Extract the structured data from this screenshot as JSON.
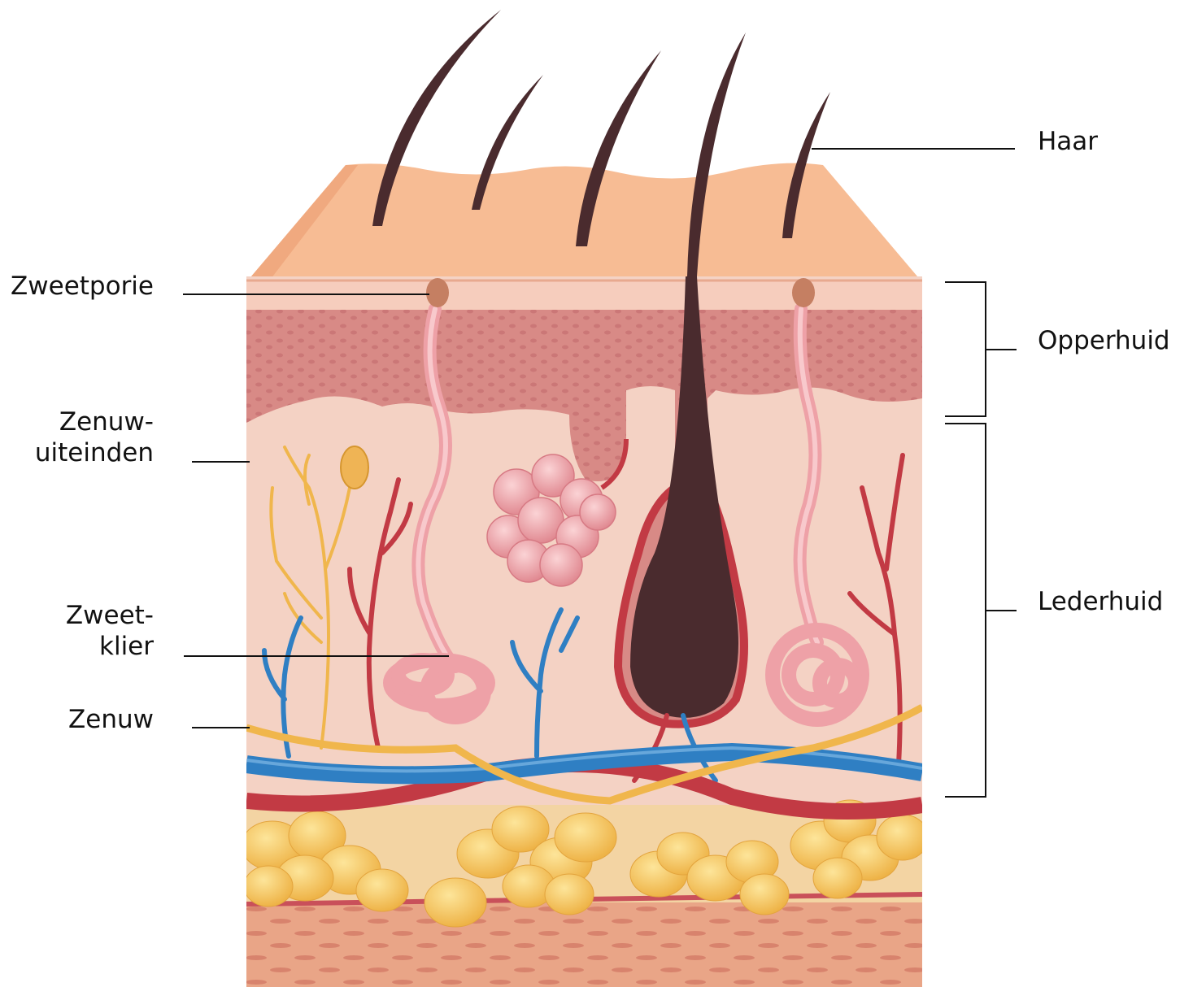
{
  "labels": {
    "haar": "Haar",
    "zweetporie": "Zweetporie",
    "opperhuid": "Opperhuid",
    "zenuwuiteinden_line1": "Zenuw-",
    "zenuwuiteinden_line2": "uiteinden",
    "zweetklier_line1": "Zweet-",
    "zweetklier_line2": "klier",
    "lederhuid": "Lederhuid",
    "zenuw": "Zenuw"
  },
  "colors": {
    "skin_surface": "#f7bc94",
    "epidermis": "#d88a86",
    "dermis": "#f4d2c4",
    "hair": "#4a2b2e",
    "artery": "#c23a44",
    "vein": "#2f7fc3",
    "nerve": "#f0b64c",
    "fat": "#f6c860",
    "gland": "#eea1a7"
  }
}
